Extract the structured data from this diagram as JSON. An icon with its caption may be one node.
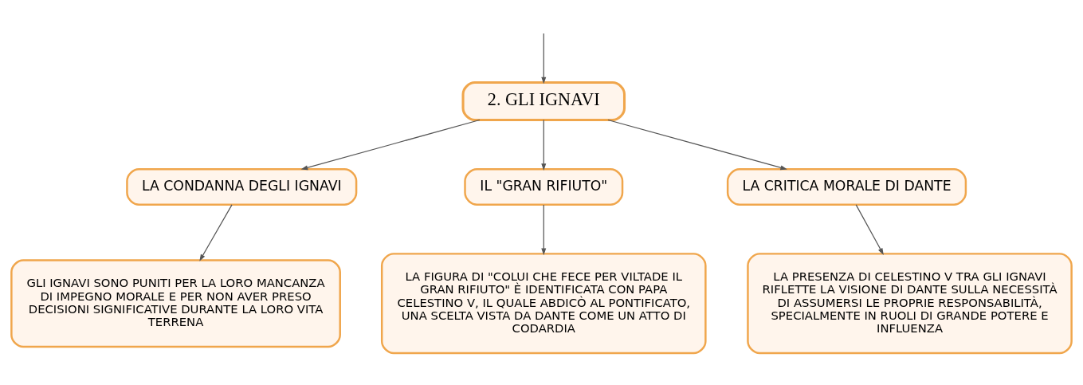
{
  "diagram": {
    "nodes": [
      {
        "text": [
          "2. GLI IGNAVI"
        ]
      },
      {
        "text": [
          "LA CONDANNA DEGLI IGNAVI"
        ]
      },
      {
        "text": [
          "IL \"GRAN RIFIUTO\""
        ]
      },
      {
        "text": [
          "LA CRITICA MORALE DI DANTE"
        ]
      },
      {
        "text": [
          "GLI IGNAVI SONO PUNITI PER LA LORO MANCANZA DI IMPEGNO MORALE E PER NON AVER PRESO DECISIONI SIGNIFICATIVE DURANTE LA LORO VITA TERRENA"
        ]
      },
      {
        "text": [
          "LA FIGURA DI \"COLUI CHE FECE PER VILTADE IL GRAN RIFIUTO\" È IDENTIFICATA CON PAPA CELESTINO V, IL QUALE ABDICÒ AL PONTIFICATO, UNA SCELTA VISTA DA DANTE COME UN ATTO DI CODARDIA"
        ]
      },
      {
        "text": [
          "LA PRESENZA DI CELESTINO V TRA GLI IGNAVI RIFLETTE LA VISIONE DI DANTE SULLA NECESSITÀ DI ASSUMERSI LE PROPRIE RESPONSABILITÀ, SPECIALMENTE IN RUOLI DI GRANDE POTERE E INFLUENZA"
        ]
      }
    ],
    "edges": [
      {
        "from": null,
        "to": 0,
        "arrow": "to"
      },
      {
        "from": 0,
        "to": 1,
        "arrow": "to"
      },
      {
        "from": 0,
        "to": 2,
        "arrow": "to"
      },
      {
        "from": 0,
        "to": 3,
        "arrow": "to"
      },
      {
        "from": 1,
        "to": 4,
        "arrow": "to"
      },
      {
        "from": 2,
        "to": 5,
        "arrow": "to"
      },
      {
        "from": 3,
        "to": 6,
        "arrow": "to"
      }
    ]
  }
}
